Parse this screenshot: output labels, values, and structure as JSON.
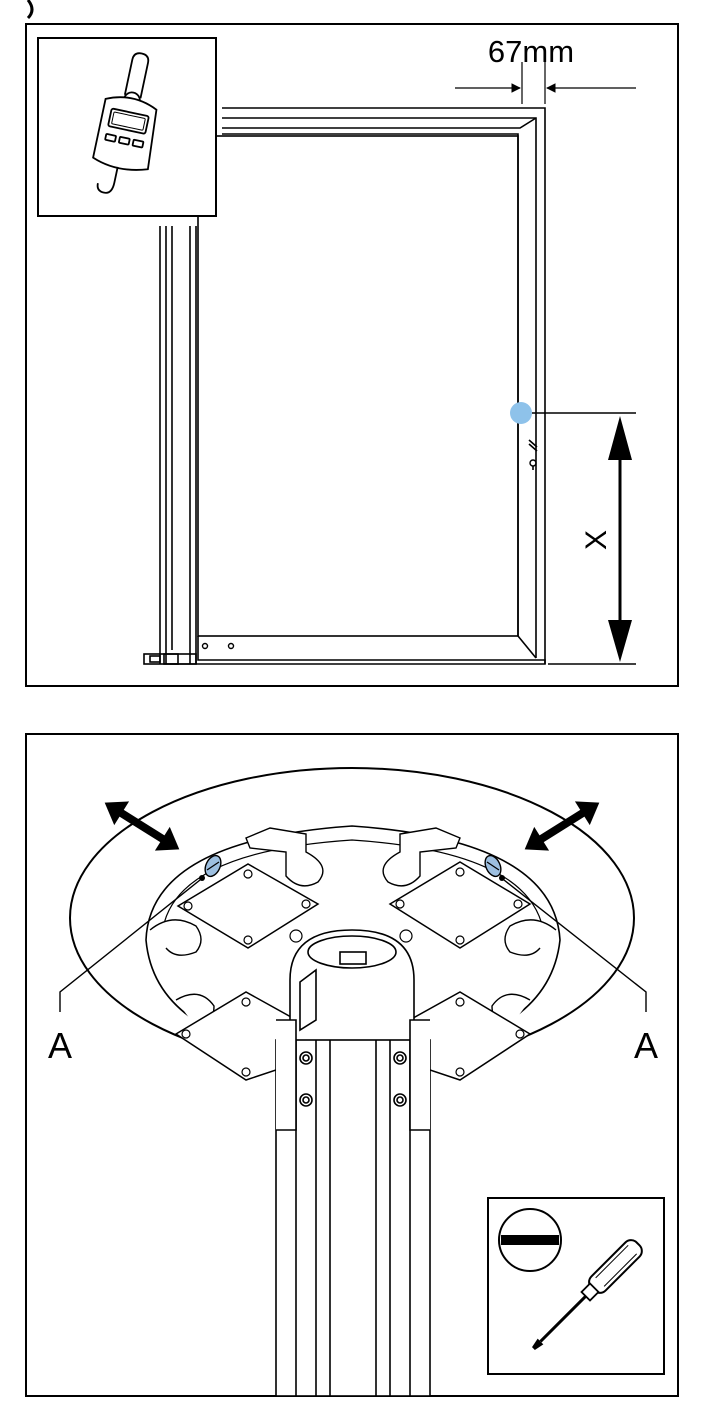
{
  "top_panel": {
    "dimension_label": "67mm",
    "height_label": "X",
    "inset_icon": "hanging-scale-icon",
    "marker_color": "#8ec2ea"
  },
  "bottom_panel": {
    "label_left": "A",
    "label_right": "A",
    "inset_icon": "flathead-screwdriver-icon",
    "highlight_color": "#9dbfe0"
  }
}
